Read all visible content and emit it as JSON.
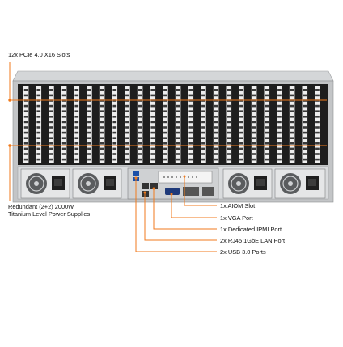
{
  "colors": {
    "callout_line": "#f07a1c",
    "chassis_dark": "#2a2a2a",
    "chassis_light": "#c7c9cb",
    "bracket_white": "#f2f2f2"
  },
  "labels": {
    "pcie_slots": "12x PCIe 4.0 X16 Slots",
    "psu_line1": "Redundant (2+2) 2000W",
    "psu_line2": "Titanium Level Power Supplies",
    "aiom": "1x AIOM Slot",
    "vga": "1x VGA Port",
    "ipmi": "1x Dedicated IPMI Port",
    "lan": "2x RJ45 1GbE LAN Port",
    "usb": "2x USB 3.0 Ports"
  }
}
